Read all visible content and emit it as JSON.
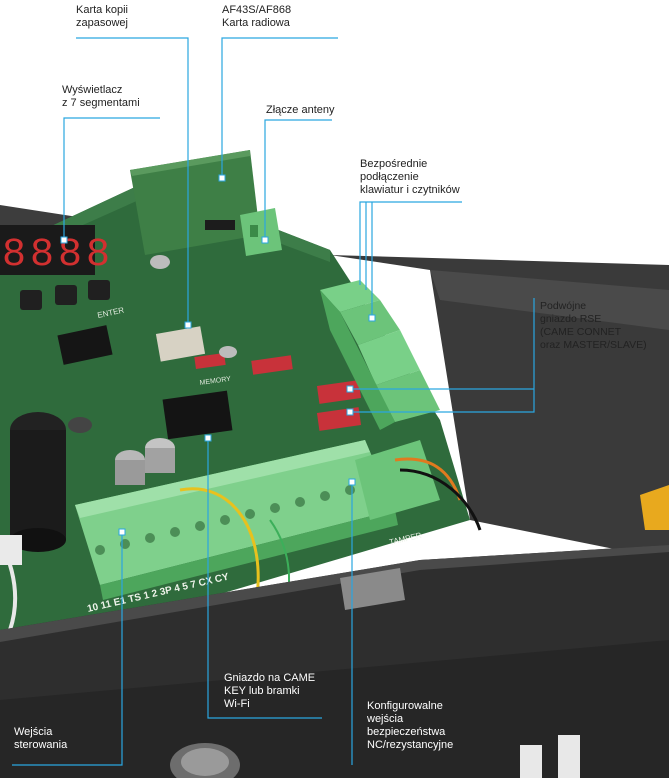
{
  "colors": {
    "callout_line": "#2aa6e0",
    "pcb": "#2f6b3c",
    "terminal": "#6cc47a",
    "enclosure": "#2b2b2b",
    "connector_red": "#c8323a"
  },
  "labels": {
    "backup_card": "Karta kopii\nzapasowej",
    "radio_card": "AF43S/AF868\nKarta radiowa",
    "display": "Wyświetlacz\nz 7 segmentami",
    "antenna": "Złącze anteny",
    "keypads": "Bezpośrednie\npodłączenie\nklawiatur i czytników",
    "rse": "Podwójne\ngniazdo RSE\n(CAME CONNET\noraz MASTER/SLAVE)",
    "came_key": "Gniazdo na CAME\nKEY lub bramki\nWi-Fi",
    "control_inputs": "Wejścia\nsterowania",
    "safety_inputs": "Konfigurowalne\nwejścia\nbezpieczeństwa\nNC/rezystancyjne"
  },
  "board": {
    "display_digits": "8888",
    "enter_label": "ENTER",
    "memory_label": "MEMORY",
    "terminal_labels": "10 11 E1 TS 1 2 3P 4 5 7 CX CY",
    "tamper_label": "TAMPER"
  }
}
